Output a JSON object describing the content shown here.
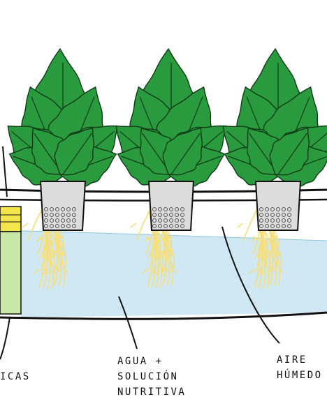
{
  "labels": {
    "left_cut": "ICAS",
    "water_line1": "AGUA +",
    "water_line2": "SOLUCIÓN",
    "water_line3": "NUTRITIVA",
    "air_line1": "AIRE",
    "air_line2": "HÚMEDO"
  },
  "colors": {
    "leaf": "#2a9a3e",
    "leaf_outline": "#0f3a16",
    "water": "#cfe8f3",
    "roots": "#f6df7a",
    "pot": "#dcdcdc",
    "panel": "#f2e64b",
    "panel_green": "#c9e7a7",
    "ink": "#111111"
  },
  "plants": [
    {
      "name": "plant-1"
    },
    {
      "name": "plant-2"
    },
    {
      "name": "plant-3"
    }
  ]
}
